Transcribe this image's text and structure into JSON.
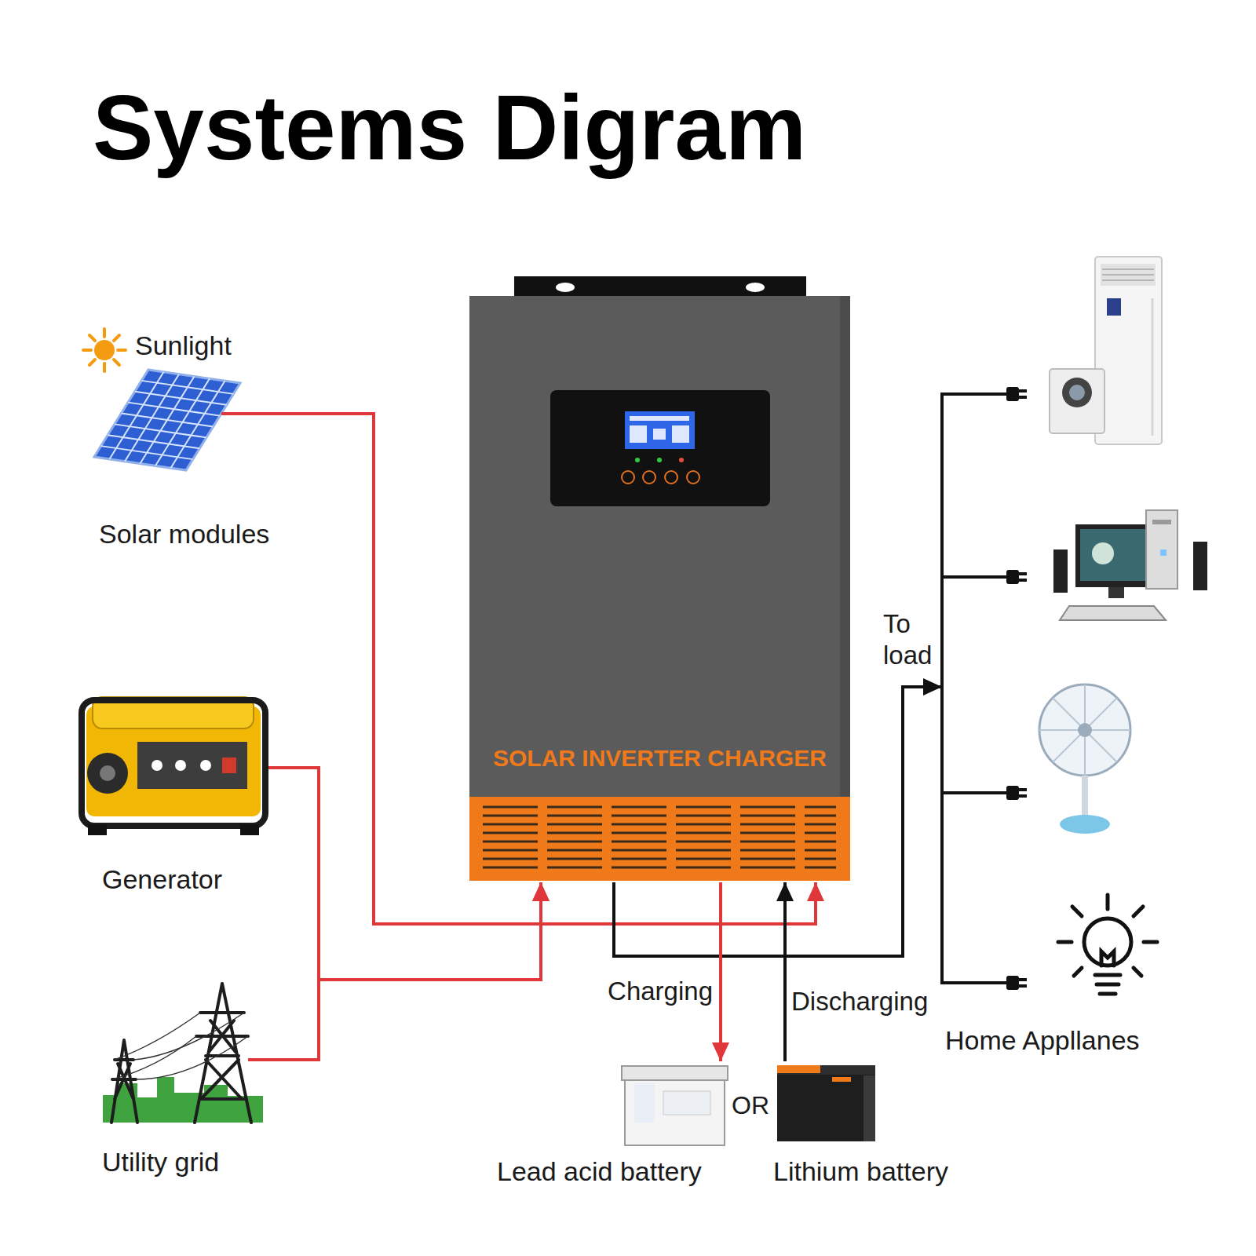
{
  "diagram": {
    "title": "Systems Digram",
    "nodes": [
      {
        "text": [
          "Sunlight",
          "Solar modules"
        ]
      },
      {
        "text": [
          "Generator"
        ]
      },
      {
        "text": [
          "Utility grid"
        ]
      },
      {
        "text": [
          "SOLAR INVERTER CHARGER"
        ]
      },
      {
        "text": [
          "Lead acid battery"
        ]
      },
      {
        "text": [
          "Lithium battery"
        ]
      },
      {
        "text": [
          "Home Appllanes"
        ]
      }
    ],
    "edges": [
      {
        "from": 0,
        "to": 3,
        "arrow": "to"
      },
      {
        "from": 1,
        "to": 3,
        "arrow": "to"
      },
      {
        "from": 2,
        "to": 3,
        "arrow": "to"
      },
      {
        "from": 3,
        "to": 6,
        "arrow": "to",
        "label": "To load"
      },
      {
        "from": 3,
        "to": 4,
        "arrow": "to",
        "label": "Charging"
      },
      {
        "from": 5,
        "to": 3,
        "arrow": "to",
        "label": "Discharging"
      }
    ],
    "labels": [
      "OR"
    ]
  }
}
